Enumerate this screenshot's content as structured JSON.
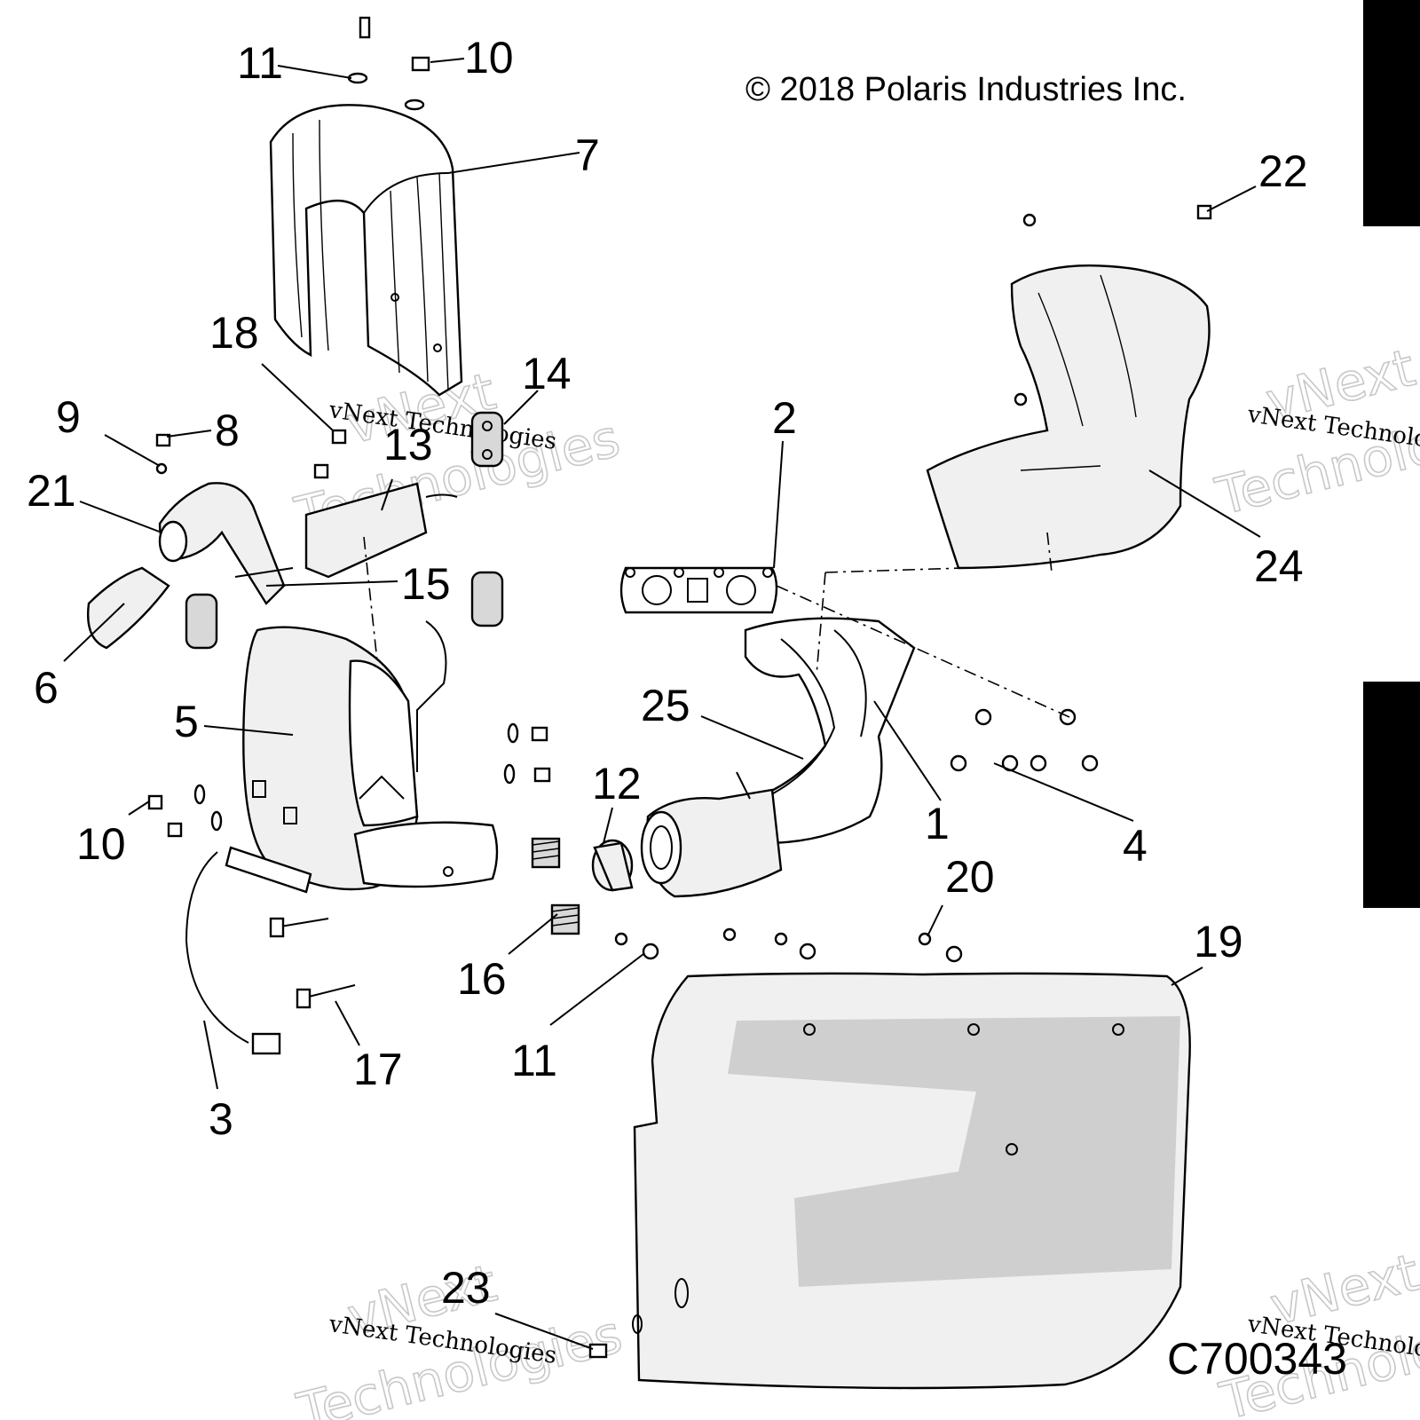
{
  "copyright": "© 2018 Polaris Industries Inc.",
  "drawing_number": "C700343",
  "watermark": {
    "line1": "vNext Technologies",
    "big1": "vNext",
    "big2": "Technologies"
  },
  "callouts": {
    "c1": "1",
    "c2": "2",
    "c3": "3",
    "c4": "4",
    "c5": "5",
    "c6": "6",
    "c7": "7",
    "c8": "8",
    "c9": "9",
    "c10a": "10",
    "c10b": "10",
    "c11a": "11",
    "c11b": "11",
    "c12": "12",
    "c13": "13",
    "c14": "14",
    "c15": "15",
    "c16": "16",
    "c17": "17",
    "c18": "18",
    "c19": "19",
    "c20": "20",
    "c21": "21",
    "c22": "22",
    "c23": "23",
    "c24": "24",
    "c25": "25"
  },
  "side_tab_color": "#000000"
}
